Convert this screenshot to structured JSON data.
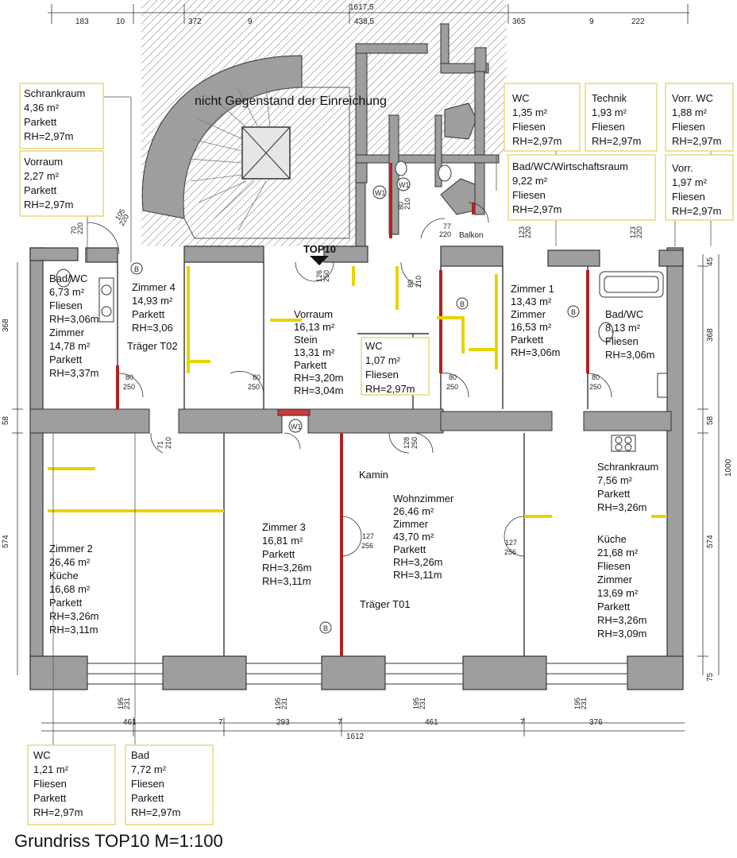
{
  "title": "Grundriss TOP10 M=1:100",
  "top_label": "TOP10",
  "not_subject_label": "nicht Gegenstand der Einreichung",
  "balcony_label": "Balkon",
  "kamin_label": "Kamin",
  "beam_labels": [
    "Träger T02",
    "Träger T01"
  ],
  "boxed_labels": [
    {
      "lines": [
        "Schrankraum",
        "4,36 m²",
        "Parkett",
        "RH=2,97m"
      ]
    },
    {
      "lines": [
        "Vorraum",
        "2,27 m²",
        "Parkett",
        "RH=2,97m"
      ]
    },
    {
      "lines": [
        "WC",
        "1,35 m²",
        "Fliesen",
        "RH=2,97m"
      ]
    },
    {
      "lines": [
        "Technik",
        "1,93 m²",
        "Fliesen",
        "RH=2,97m"
      ]
    },
    {
      "lines": [
        "Vorr. WC",
        "1,88 m²",
        "Fliesen",
        "RH=2,97m"
      ]
    },
    {
      "lines": [
        "Bad/WC/Wirtschaftsraum",
        "9,22 m²",
        "Fliesen",
        "RH=2,97m"
      ]
    },
    {
      "lines": [
        "Vorr.",
        "1,97 m²",
        "Fliesen",
        "RH=2,97m"
      ]
    },
    {
      "lines": [
        "WC",
        "1,07 m²",
        "Fliesen",
        "RH=2,97m"
      ]
    },
    {
      "lines": [
        "WC",
        "1,21 m²",
        "Fliesen",
        "Parkett",
        "RH=2,97m"
      ]
    },
    {
      "lines": [
        "Bad",
        "7,72 m²",
        "Fliesen",
        "Parkett",
        "RH=2,97m"
      ]
    }
  ],
  "room_labels": [
    {
      "lines": [
        "Bad/WC",
        "6,73 m²",
        "Fliesen",
        "RH=3,06m",
        "Zimmer",
        "14,78 m²",
        "Parkett",
        "RH=3,37m"
      ]
    },
    {
      "lines": [
        "Zimmer 4",
        "14,93 m²",
        "Parkett",
        "RH=3,06"
      ]
    },
    {
      "lines": [
        "Vorraum",
        "16,13 m²",
        "Stein",
        "13,31 m²",
        "Parkett",
        "RH=3,20m",
        "RH=3,04m"
      ]
    },
    {
      "lines": [
        "Zimmer 1",
        "13,43 m²",
        "Zimmer",
        "16,53 m²",
        "Parkett",
        "RH=3,06m"
      ]
    },
    {
      "lines": [
        "Bad/WC",
        "8,13 m²",
        "Fliesen",
        "RH=3,06m"
      ]
    },
    {
      "lines": [
        "Zimmer 2",
        "26,46 m²",
        "Küche",
        "16,68 m²",
        "Parkett",
        "RH=3,26m",
        "RH=3,11m"
      ]
    },
    {
      "lines": [
        "Zimmer 3",
        "16,81 m²",
        "Parkett",
        "RH=3,26m",
        "RH=3,11m"
      ]
    },
    {
      "lines": [
        "Wohnzimmer",
        "26,46 m²",
        "Zimmer",
        "43,70 m²",
        "Parkett",
        "RH=3,26m",
        "RH=3,11m"
      ]
    },
    {
      "lines": [
        "Schrankraum",
        "7,56 m²",
        "Parkett",
        "RH=3,26m"
      ]
    },
    {
      "lines": [
        "Küche",
        "21,68 m²",
        "Fliesen",
        "Zimmer",
        "13,69 m²",
        "Parkett",
        "RH=3,26m",
        "RH=3,09m"
      ]
    }
  ],
  "top_dims": [
    "183",
    "10",
    "372",
    "9",
    "1617,5",
    "438,5",
    "365",
    "9",
    "222"
  ],
  "bottom_dims": [
    "461",
    "7",
    "293",
    "7",
    "461",
    "7",
    "376"
  ],
  "bottom_total": "1612",
  "left_dims": [
    "368",
    "58",
    "574"
  ],
  "right_dims": [
    "45",
    "368",
    "58",
    "574",
    "75"
  ],
  "right_total": "1000",
  "door_dims": [
    "80",
    "250",
    "80",
    "250",
    "71",
    "210",
    "126",
    "250",
    "80",
    "210",
    "80",
    "250",
    "128",
    "250",
    "80",
    "250",
    "127",
    "256",
    "127",
    "256",
    "80",
    "210",
    "77",
    "220",
    "70",
    "220",
    "105",
    "220",
    "123",
    "220",
    "123",
    "220"
  ],
  "window_dims": [
    "195",
    "231",
    "195",
    "231",
    "195",
    "231",
    "195",
    "231"
  ],
  "symbol_labels": [
    "B",
    "B",
    "B",
    "B",
    "W1",
    "W1",
    "W1"
  ]
}
